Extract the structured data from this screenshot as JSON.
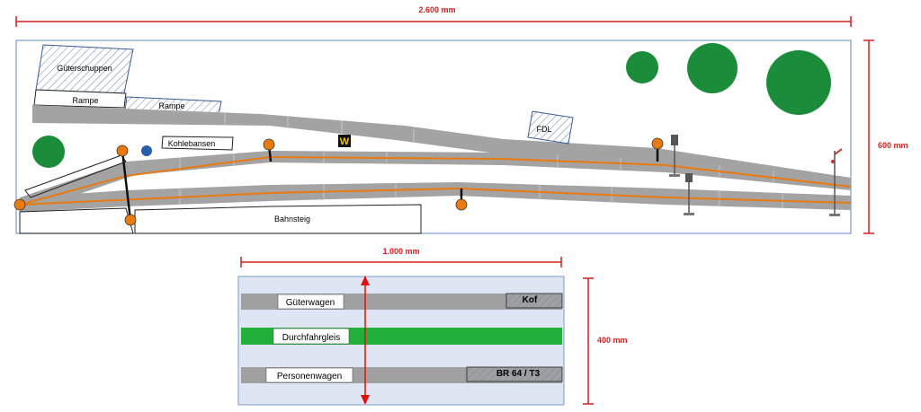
{
  "dimensions": {
    "width_main": "2.600 mm",
    "height_main": "600 mm",
    "width_detail": "1.000 mm",
    "height_detail": "400 mm"
  },
  "labels": {
    "gueterschuppen": "Güterschuppen",
    "rampe1": "Rampe",
    "rampe2": "Rampe",
    "kohlebansen": "Kohlebansen",
    "fdl": "FDL",
    "w_sign": "W",
    "bahnsteig": "Bahnsteig"
  },
  "detail": {
    "track1_label": "Güterwagen",
    "track1_loco": "Kof",
    "track2_label": "Durchfahrgleis",
    "track3_label": "Personenwagen",
    "track3_loco": "BR 64 / T3"
  },
  "colors": {
    "dimension": "#d42020",
    "track": "#a0a0a0",
    "route": "#e87a10",
    "tree": "#1a8c3a",
    "green_track": "#22b03a",
    "detail_bg": "#dde6f2",
    "hatch": "#5577aa"
  }
}
